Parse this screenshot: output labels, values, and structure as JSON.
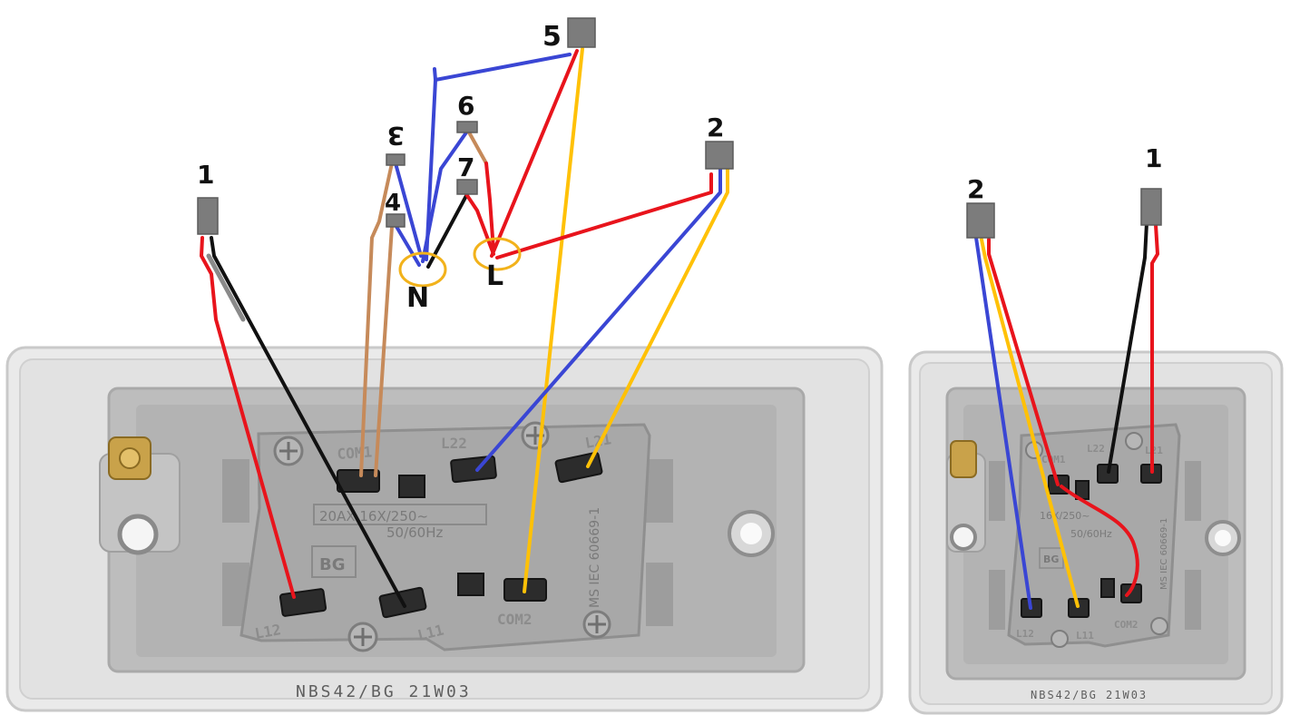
{
  "colors": {
    "red": "#e8141c",
    "black": "#111111",
    "blue": "#3a46d4",
    "yellow": "#ffc107",
    "brown": "#c68a5a",
    "grey_box": "#7c7c7c",
    "circle": "#f2b21b",
    "faceplate": "#e8e8e8",
    "body": "#b9b9b9",
    "mech": "#a6a6a6"
  },
  "labels": {
    "n1": "1",
    "n2": "2",
    "n3": "3",
    "n4": "4",
    "n5": "5",
    "n6": "6",
    "n7": "7",
    "neutral": "N",
    "live": "L",
    "r_n1": "1",
    "r_n2": "2"
  },
  "left_switch": {
    "model": "NBS42/BG 21W03",
    "terminals": {
      "com1": "COM1",
      "l22": "L22",
      "l21": "L21",
      "l12": "L12",
      "l11": "L11",
      "com2": "COM2"
    },
    "rating": "20AX 16X/250~",
    "freq": "50/60Hz",
    "standard": "MS IEC 60669-1",
    "brand": "BG"
  },
  "right_switch": {
    "model": "NBS42/BG 21W03",
    "terminals": {
      "com1": "COM1",
      "l22": "L22",
      "l21": "L21",
      "l12": "L12",
      "l11": "L11",
      "com2": "COM2"
    },
    "rating": "16X/250~",
    "freq": "50/60Hz",
    "standard": "MS IEC 60669-1",
    "brand": "BG"
  }
}
